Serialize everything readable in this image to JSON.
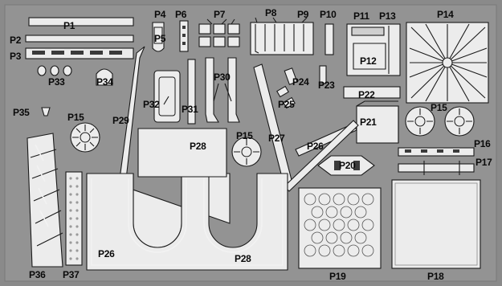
{
  "labels": {
    "p1": "P1",
    "p2": "P2",
    "p3": "P3",
    "p4": "P4",
    "p5": "P5",
    "p6": "P6",
    "p7": "P7",
    "p8": "P8",
    "p9": "P9",
    "p10": "P10",
    "p11": "P11",
    "p12": "P12",
    "p13": "P13",
    "p14": "P14",
    "p15": "P15",
    "p16": "P16",
    "p17": "P17",
    "p18": "P18",
    "p19": "P19",
    "p20": "P20",
    "p21": "P21",
    "p22": "P22",
    "p23": "P23",
    "p24": "P24",
    "p25": "P25",
    "p26": "P26",
    "p27": "P27",
    "p28": "P28",
    "p29": "P29",
    "p30": "P30",
    "p31": "P31",
    "p32": "P32",
    "p33": "P33",
    "p34": "P34",
    "p35": "P35",
    "p36": "P36",
    "p37": "P37"
  }
}
